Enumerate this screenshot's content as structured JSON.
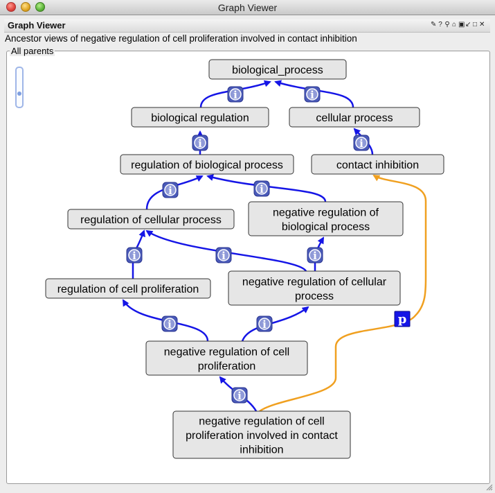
{
  "window": {
    "title": "Graph Viewer"
  },
  "panel": {
    "title": "Graph Viewer",
    "subtitle": "Ancestor views of negative regulation of cell proliferation involved in contact inhibition",
    "group_label": "All parents",
    "icons": [
      "wrench-icon",
      "help-icon",
      "pin-icon",
      "home-icon",
      "camera-icon",
      "restore-icon",
      "maximize-icon",
      "close-icon"
    ]
  },
  "graph": {
    "nodes": [
      {
        "id": "bp",
        "lines": [
          "biological_process"
        ]
      },
      {
        "id": "breg",
        "lines": [
          "biological regulation"
        ]
      },
      {
        "id": "cp",
        "lines": [
          "cellular process"
        ]
      },
      {
        "id": "rbp",
        "lines": [
          "regulation of biological process"
        ]
      },
      {
        "id": "ci",
        "lines": [
          "contact inhibition"
        ]
      },
      {
        "id": "rcp",
        "lines": [
          "regulation of cellular process"
        ]
      },
      {
        "id": "nrbp",
        "lines": [
          "negative regulation of",
          "biological process"
        ]
      },
      {
        "id": "rcprol",
        "lines": [
          "regulation of cell proliferation"
        ]
      },
      {
        "id": "nrcp",
        "lines": [
          "negative regulation of cellular",
          "process"
        ]
      },
      {
        "id": "nrcprol",
        "lines": [
          "negative regulation of cell",
          "proliferation"
        ]
      },
      {
        "id": "leaf",
        "lines": [
          "negative regulation of cell",
          "proliferation involved in contact",
          "inhibition"
        ]
      }
    ],
    "edge_badges": {
      "is_a": "i",
      "part_of": "p"
    },
    "colors": {
      "is_a": "#1515e6",
      "part_of": "#f0a020",
      "badge": "#4a5ab8",
      "part_badge": "#1515e6",
      "node_fill": "#e6e6e6"
    }
  }
}
